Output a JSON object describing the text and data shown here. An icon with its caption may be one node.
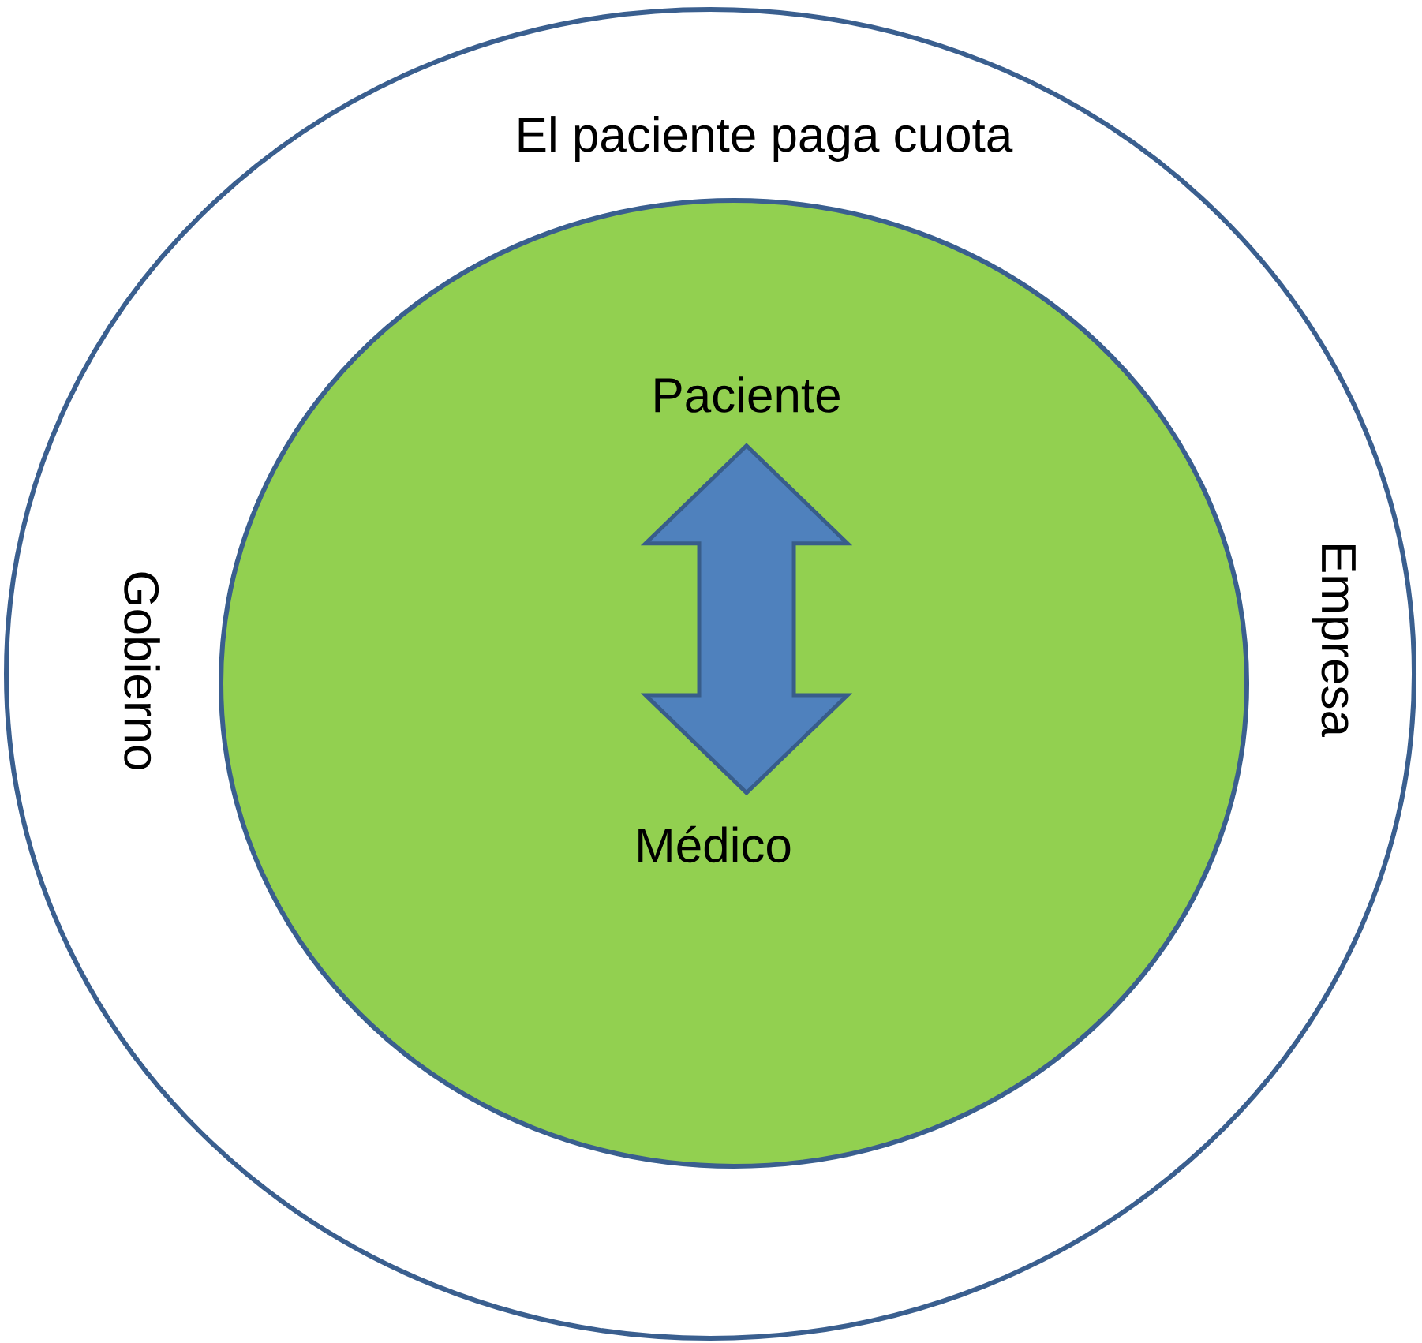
{
  "diagram": {
    "nodes": [
      {
        "text": [
          "El paciente paga cuota",
          "Gobierno",
          "Empresa"
        ]
      },
      {
        "text": [],
        "shape": "circle",
        "in": 0
      },
      {
        "text": [
          "Paciente"
        ],
        "in": 1
      },
      {
        "text": [
          "Médico"
        ],
        "in": 1
      }
    ],
    "edges": [
      {
        "from": 2,
        "to": 3,
        "arrow": "both"
      }
    ]
  }
}
